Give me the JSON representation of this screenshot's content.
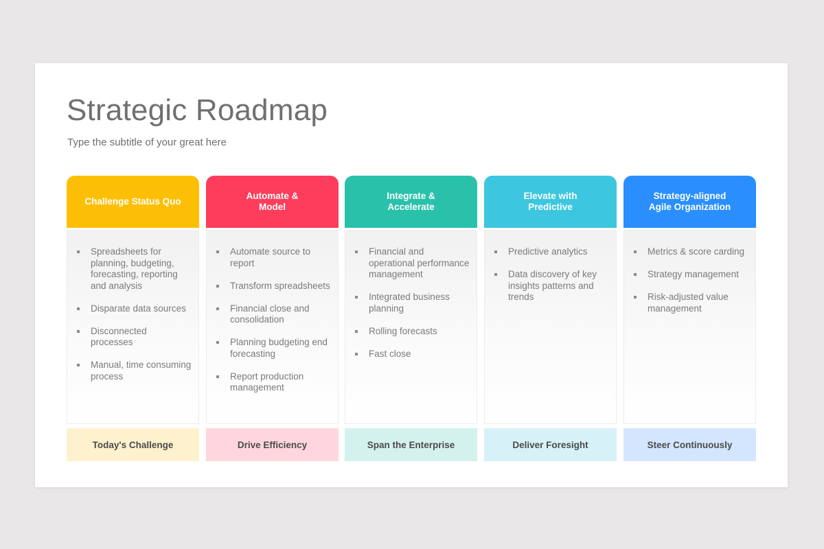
{
  "slide": {
    "title": "Strategic Roadmap",
    "subtitle": "Type the subtitle of your great here"
  },
  "columns": [
    {
      "header": "Challenge Status Quo",
      "header_color": "#fdbf06",
      "items": [
        "Spreadsheets for planning, budgeting, forecasting, reporting and analysis",
        "Disparate data sources",
        "Disconnected processes",
        "Manual, time consuming process"
      ],
      "footer": "Today's Challenge",
      "footer_color": "#fef1cd"
    },
    {
      "header": "Automate &\nModel",
      "header_color": "#fd3d5b",
      "items": [
        "Automate source to report",
        "Transform spreadsheets",
        " Financial close and consolidation",
        "Planning budgeting end forecasting",
        "Report production management"
      ],
      "footer": "Drive Efficiency",
      "footer_color": "#ffd6dd"
    },
    {
      "header": "Integrate &\nAccelerate",
      "header_color": "#2ac1ab",
      "items": [
        "Financial and operational performance management",
        "Integrated business planning",
        "Rolling forecasts",
        "Fast close"
      ],
      "footer": "Span the Enterprise",
      "footer_color": "#d4f2ed"
    },
    {
      "header": "Elevate with\nPredictive",
      "header_color": "#3cc6e0",
      "items": [
        "Predictive analytics",
        "Data discovery of key insights patterns and trends"
      ],
      "footer": "Deliver Foresight",
      "footer_color": "#d6f2f8"
    },
    {
      "header": "Strategy-aligned\nAgile Organization",
      "header_color": "#2a8ffc",
      "items": [
        "Metrics & score carding",
        "Strategy management",
        "Risk-adjusted value management"
      ],
      "footer": "Steer Continuously",
      "footer_color": "#d4e6fe"
    }
  ]
}
